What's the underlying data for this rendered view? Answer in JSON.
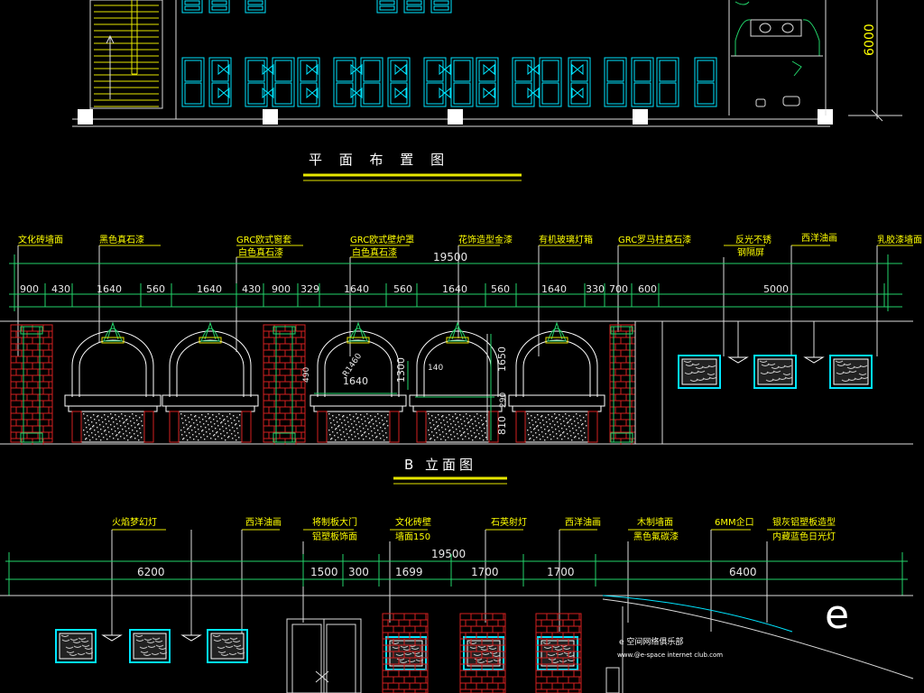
{
  "plan": {
    "title": "平 面 布 置 图",
    "side_dimension": "6000"
  },
  "elevation_b": {
    "title": "B 立面图",
    "total": "19500",
    "callouts_top": [
      {
        "text": "文化砖墙面"
      },
      {
        "text": "黑色真石漆"
      },
      {
        "text": "GRC欧式窗套"
      },
      {
        "text": "白色真石漆"
      },
      {
        "text": "GRC欧式壁炉罩"
      },
      {
        "text": "白色真石漆"
      },
      {
        "text": "花饰造型金漆"
      },
      {
        "text": "有机玻璃灯箱"
      },
      {
        "text": "GRC罗马柱真石漆"
      },
      {
        "text": "反光不锈"
      },
      {
        "text": "钢隔屏"
      },
      {
        "text": "西洋油画"
      },
      {
        "text": "乳胶漆墙面"
      }
    ],
    "dims": [
      "900",
      "430",
      "1640",
      "560",
      "1640",
      "430",
      "900",
      "329",
      "1640",
      "560",
      "1640",
      "560",
      "1640",
      "330",
      "700",
      "600",
      "5000"
    ],
    "inner_dims": {
      "h1650": "1650",
      "h1300": "1300",
      "h810": "810",
      "h290": "290",
      "w1640": "1640",
      "r1460": "R1460",
      "w140": "140",
      "h490": "490"
    }
  },
  "elevation_c": {
    "total": "19500",
    "callouts": [
      {
        "text": "火焰梦幻灯"
      },
      {
        "text": "西洋油画"
      },
      {
        "text": "将制板大门"
      },
      {
        "text": "铝塑板饰面"
      },
      {
        "text": "文化砖壁"
      },
      {
        "text": "墙面150"
      },
      {
        "text": "石英射灯"
      },
      {
        "text": "西洋油画"
      },
      {
        "text": "木制墙面"
      },
      {
        "text": "黑色氟碳漆"
      },
      {
        "text": "6MM企口"
      },
      {
        "text": "银灰铝塑板造型"
      },
      {
        "text": "内藏蓝色日光灯"
      }
    ],
    "dims": [
      "6200",
      "1500",
      "300",
      "1699",
      "1700",
      "1700",
      "6400"
    ]
  },
  "watermark": {
    "logo_char": "e",
    "line1": "e 空间网络俱乐部",
    "line2": "www.@e-space internet club.com"
  }
}
